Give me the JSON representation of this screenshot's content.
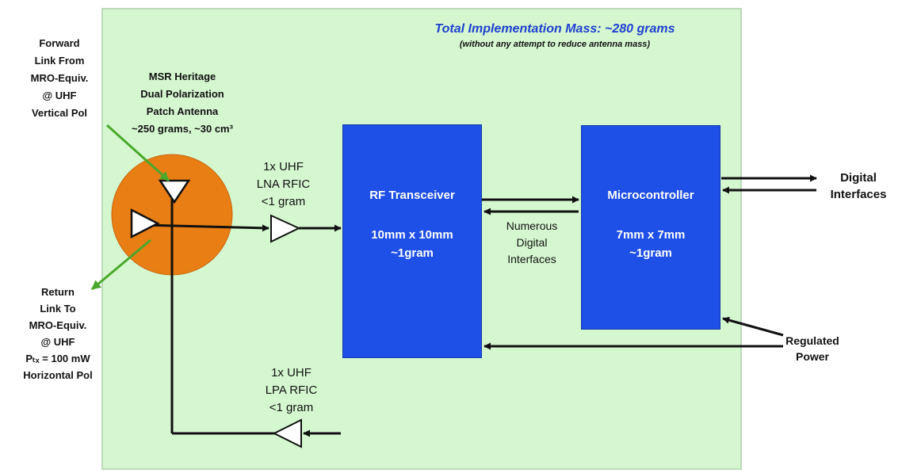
{
  "colors": {
    "panel_fill": "#d5f7d0",
    "block_fill": "#1e4fe6",
    "antenna_fill": "#e87e14",
    "title_color": "#1e3fd0",
    "pointer_arrow": "#4aa82c",
    "line": "#111111"
  },
  "header": {
    "title": "Total Implementation Mass: ~280 grams",
    "subtitle": "(without any attempt to reduce antenna mass)"
  },
  "antenna": {
    "label": [
      "MSR Heritage",
      "Dual Polarization",
      "Patch Antenna",
      "~250 grams, ~30 cm³"
    ],
    "forward_link": [
      "Forward",
      "Link From",
      "MRO-Equiv.",
      "@ UHF",
      "Vertical Pol"
    ],
    "return_link": [
      "Return",
      "Link To",
      "MRO-Equiv.",
      "@ UHF",
      "Pₜₓ = 100 mW",
      "Horizontal Pol"
    ]
  },
  "lna": {
    "label": [
      "1x UHF",
      "LNA RFIC",
      "<1 gram"
    ]
  },
  "lpa": {
    "label": [
      "1x UHF",
      "LPA RFIC",
      "<1 gram"
    ]
  },
  "rf_transceiver": {
    "title": "RF Transceiver",
    "size": "10mm x 10mm",
    "mass": "~1gram"
  },
  "microcontroller": {
    "title": "Microcontroller",
    "size": "7mm x 7mm",
    "mass": "~1gram"
  },
  "bus_label": [
    "Numerous",
    "Digital",
    "Interfaces"
  ],
  "digital_interfaces": [
    "Digital",
    "Interfaces"
  ],
  "regulated_power": [
    "Regulated",
    "Power"
  ]
}
